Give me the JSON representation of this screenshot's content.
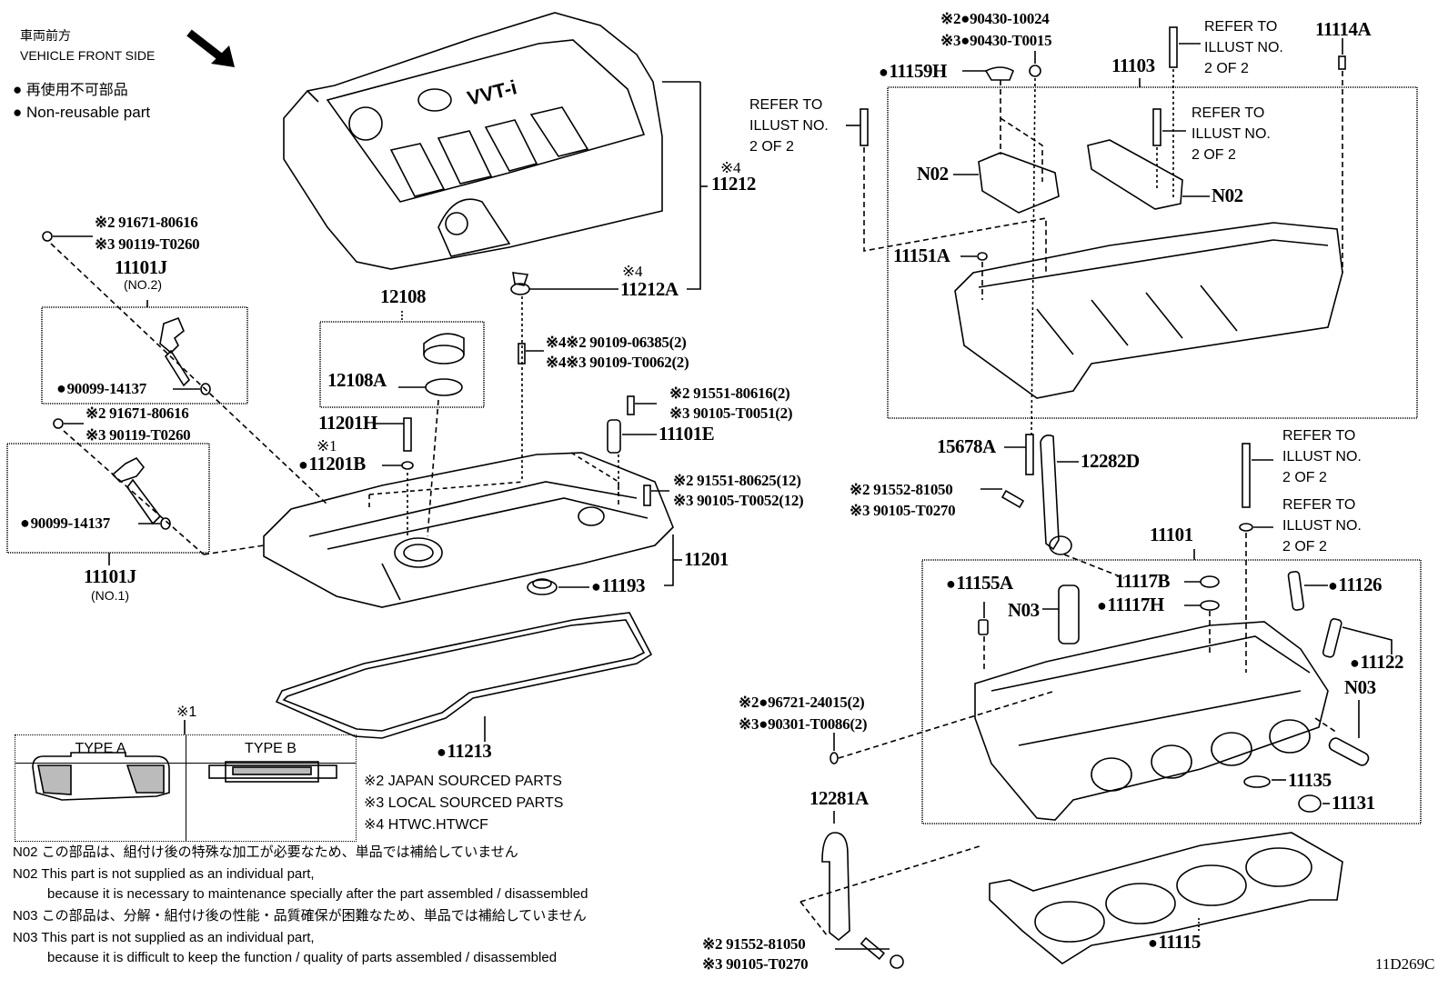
{
  "diagram_id": "11D269C",
  "orientation": {
    "label_jp": "車両前方",
    "label_en": "VEHICLE FRONT SIDE",
    "arrow_icon": "arrow-down-right"
  },
  "legend": {
    "non_reusable_jp": "再使用不可部品",
    "non_reusable_en": "Non-reusable part",
    "bullet_icon": "filled-circle"
  },
  "parts": {
    "p11212": {
      "mark": "※4",
      "number": "11212"
    },
    "p11212A": {
      "mark": "※4",
      "number": "11212A"
    },
    "p12108": {
      "number": "12108"
    },
    "p12108A": {
      "number": "12108A"
    },
    "p11201H": {
      "number": "11201H"
    },
    "p11201B": {
      "mark": "※1",
      "number": "11201B",
      "non_reusable": true
    },
    "p11101E": {
      "number": "11101E"
    },
    "p11201": {
      "number": "11201"
    },
    "p11193": {
      "number": "11193",
      "non_reusable": true
    },
    "p11213": {
      "number": "11213",
      "non_reusable": true
    },
    "bolt_06385": {
      "line1": "※4※2 90109-06385(2)",
      "line2": "※4※3 90109-T0062(2)"
    },
    "bolt_80616": {
      "line1": "※2 91551-80616(2)",
      "line2": "※3 90105-T0051(2)"
    },
    "bolt_80625": {
      "line1": "※2 91551-80625(12)",
      "line2": "※3 90105-T0052(12)"
    },
    "ocv_no2": {
      "bolt_line1": "※2 91671-80616",
      "bolt_line2": "※3 90119-T0260",
      "number": "11101J",
      "sub": "(NO.2)",
      "oring": "90099-14137"
    },
    "ocv_no1": {
      "bolt_line1": "※2 91671-80616",
      "bolt_line2": "※3 90119-T0260",
      "number": "11101J",
      "sub": "(NO.1)",
      "oring": "90099-14137"
    },
    "washer_10024": {
      "line1": "※2",
      "num1": "90430-10024",
      "line2": "※3",
      "num2": "90430-T0015"
    },
    "p11159H": {
      "number": "11159H",
      "non_reusable": true
    },
    "p11103": {
      "number": "11103"
    },
    "p11114A": {
      "number": "11114A"
    },
    "p11151A": {
      "number": "11151A"
    },
    "n02_left": {
      "number": "N02"
    },
    "n02_right": {
      "number": "N02"
    },
    "p15678A": {
      "number": "15678A"
    },
    "p12282D": {
      "number": "12282D"
    },
    "bolt_81050_top": {
      "line1": "※2 91552-81050",
      "line2": "※3 90105-T0270"
    },
    "p11101": {
      "number": "11101"
    },
    "p11155A": {
      "number": "11155A",
      "non_reusable": true
    },
    "n03_top": {
      "number": "N03"
    },
    "p11117B": {
      "number": "11117B"
    },
    "p11117H": {
      "number": "11117H",
      "non_reusable": true
    },
    "p11126": {
      "number": "11126",
      "non_reusable": true
    },
    "p11122": {
      "number": "11122",
      "non_reusable": true
    },
    "n03_right": {
      "number": "N03"
    },
    "p11135": {
      "number": "11135"
    },
    "p11131": {
      "number": "11131"
    },
    "pin_24015": {
      "line1": "※2",
      "num1": "96721-24015(2)",
      "line2": "※3",
      "num2": "90301-T0086(2)"
    },
    "p12281A": {
      "number": "12281A"
    },
    "bolt_81050_bottom": {
      "line1": "※2 91552-81050",
      "line2": "※3 90105-T0270"
    },
    "p11115": {
      "number": "11115",
      "non_reusable": true
    }
  },
  "refer_to": {
    "line1": "REFER TO",
    "line2": "ILLUST NO.",
    "line3": "2 OF 2"
  },
  "type_table": {
    "mark": "※1",
    "type_a": "TYPE A",
    "type_b": "TYPE B"
  },
  "footnotes": {
    "m2": "※2 JAPAN SOURCED PARTS",
    "m3": "※3 LOCAL SOURCED PARTS",
    "m4": "※4 HTWC.HTWCF"
  },
  "notes": [
    "N02 この部品は、組付け後の特殊な加工が必要なため、単品では補給していません",
    "N02 This part is not supplied as an individual part,",
    "because it is necessary to maintenance specially after the part assembled / disassembled",
    "N03 この部品は、分解・組付け後の性能・品質確保が困難なため、単品では補給していません",
    "N03 This part is not supplied as an individual part,",
    "because it is difficult to keep the function / quality of parts assembled / disassembled"
  ]
}
